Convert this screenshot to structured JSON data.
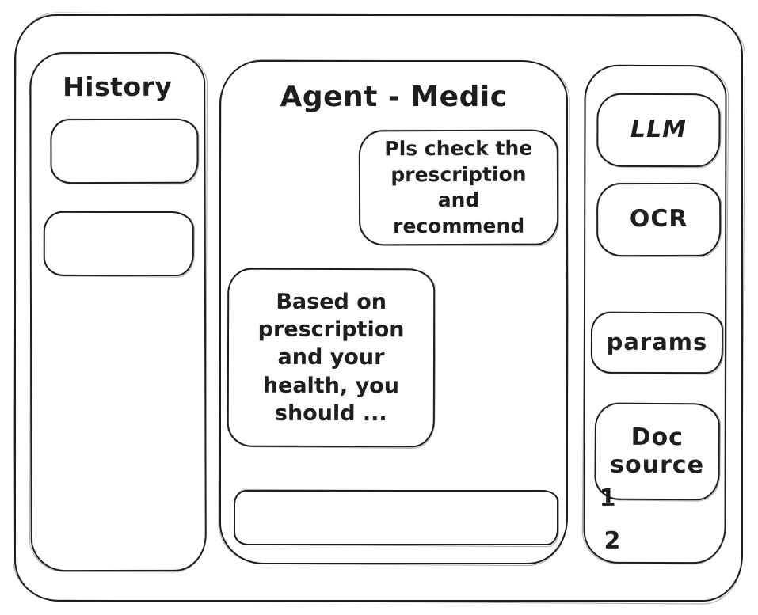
{
  "colors": {
    "ink": "#1e1e1e",
    "background": "#ffffff"
  },
  "history_panel": {
    "title": "History",
    "items": [
      "",
      ""
    ]
  },
  "chat_panel": {
    "title": "Agent - Medic",
    "messages": [
      {
        "role": "user",
        "text": "Pls check the prescription and recommend"
      },
      {
        "role": "agent",
        "text": "Based on prescription and your health, you should ..."
      }
    ],
    "input": {
      "value": "",
      "placeholder": ""
    }
  },
  "tools_panel": {
    "llm_button": "LLM",
    "ocr_button": "OCR",
    "params_button": "params",
    "doc_source_button": "Doc source",
    "doc_source_items": [
      "1",
      "2"
    ]
  }
}
